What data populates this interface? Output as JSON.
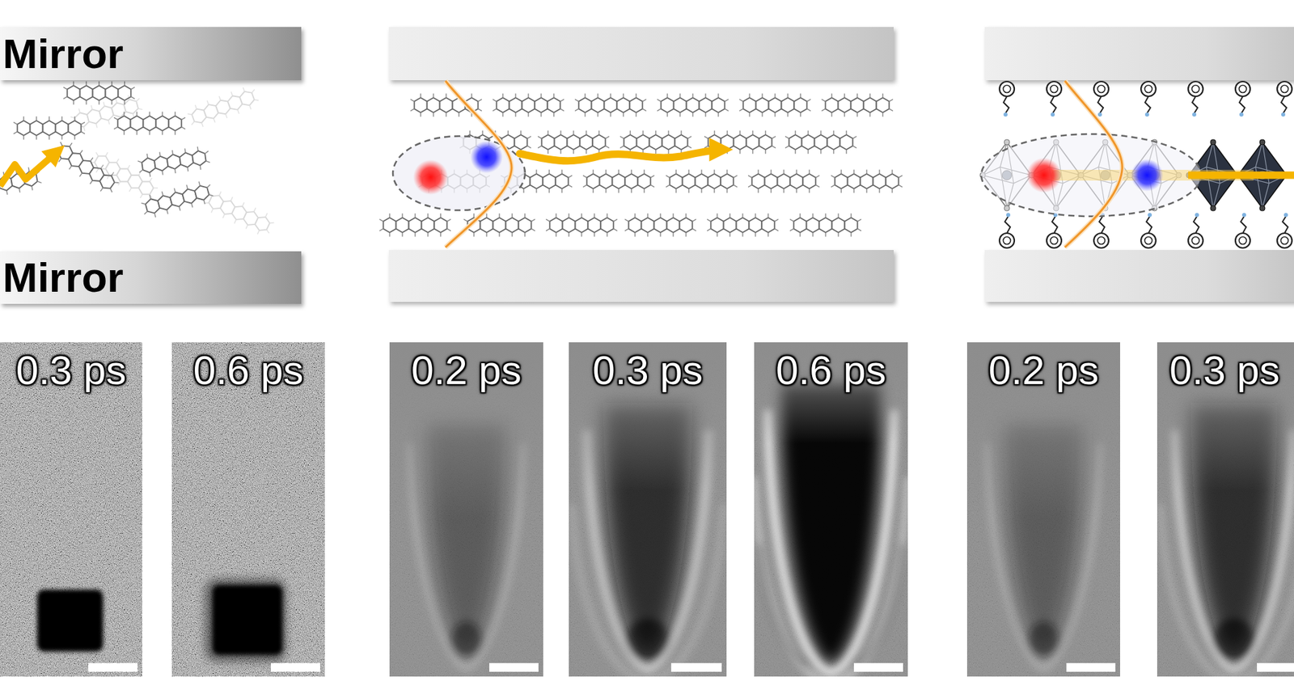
{
  "diagram": {
    "nodes": [
      {
        "text": [
          "Mirror"
        ]
      },
      {
        "text": [
          "Mirror"
        ]
      },
      {
        "text": [
          "0.3 ps"
        ]
      },
      {
        "text": [
          "0.6 ps"
        ]
      },
      {
        "text": [
          "0.2 ps"
        ]
      },
      {
        "text": [
          "0.3 ps"
        ]
      },
      {
        "text": [
          "0.6 ps"
        ]
      },
      {
        "text": [
          "0.2 ps"
        ]
      },
      {
        "text": [
          "0.3 ps"
        ]
      }
    ]
  }
}
